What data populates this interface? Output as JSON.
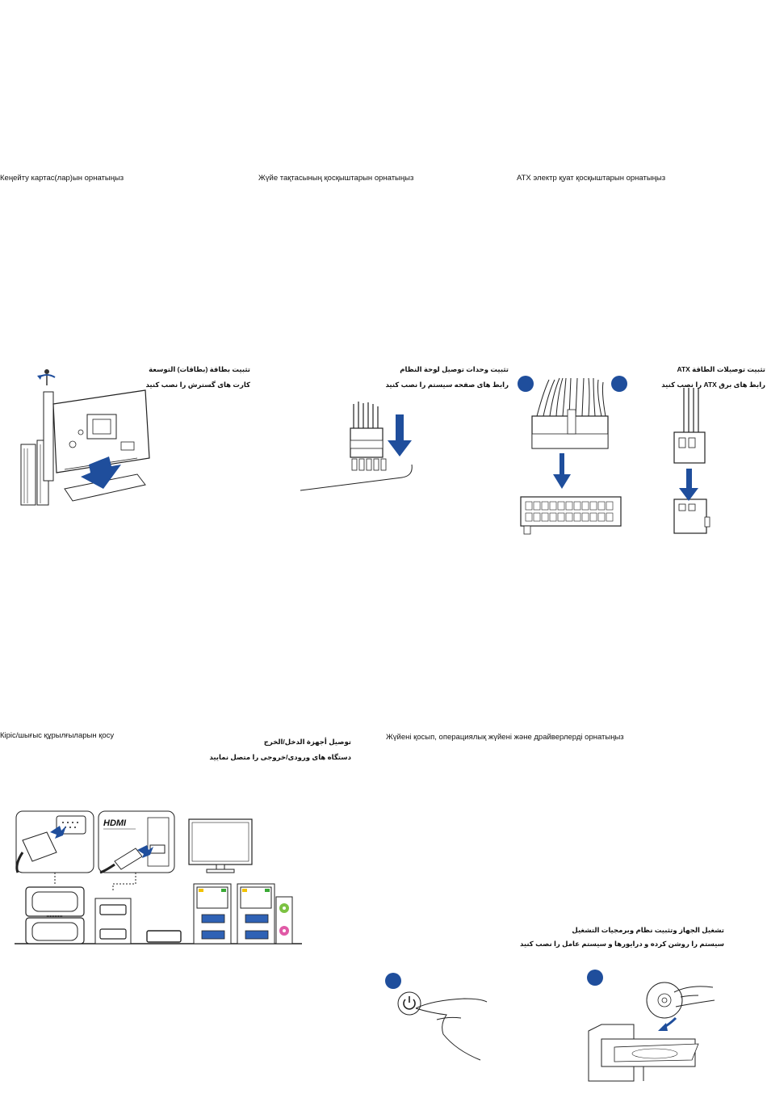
{
  "sections": {
    "expansion": {
      "title": "Кеңейту картас(лар)ын орнатыңыз",
      "ar_line1": "تثبيت بطاقة (بطاقات) التوسعة",
      "ar_line2": "كارت های گسترش را نصب كنيد"
    },
    "system_panel": {
      "title": "Жүйе тақтасының қосқыштарын орнатыңыз",
      "ar_line1": "تثبيت وحدات توصيل لوحة النظام",
      "ar_line2": "رابط های صفحه سيستم را نصب كنيد"
    },
    "atx_power": {
      "title": "ATX электр қуат қосқыштарын орнатыңыз",
      "ar_line1": "تثبيت توصيلات الطاقة ATX",
      "ar_line2": "رابط های برق ATX را نصب كنيد"
    },
    "io_devices": {
      "title": "Кіріс/шығыс құрылғыларын қосу",
      "ar_line1": "توصيل أجهزة الدخل/الخرج",
      "ar_line2": "دستگاه های ورودی/خروجی را متصل نماييد"
    },
    "power_on": {
      "title": "Жүйені қосып, операциялық жүйені және драйверлерді орнатыңыз",
      "ar_line1": "تشغيل الجهاز وتثبيت نظام وبرمجيات التشغيل",
      "ar_line2": "سيستم را روشن كرده و درايورها و سيستم عامل را نصب كنيد"
    }
  },
  "hdmi_logo": "HDMI",
  "colors": {
    "arrow_blue": "#1f4e9c",
    "badge_blue": "#1f4e9c",
    "lan_led_yellow": "#f2c200",
    "lan_led_green": "#3aa935",
    "usb_blue": "#2f62b5",
    "audio_green": "#7cc242",
    "audio_pink": "#e05aa6"
  }
}
